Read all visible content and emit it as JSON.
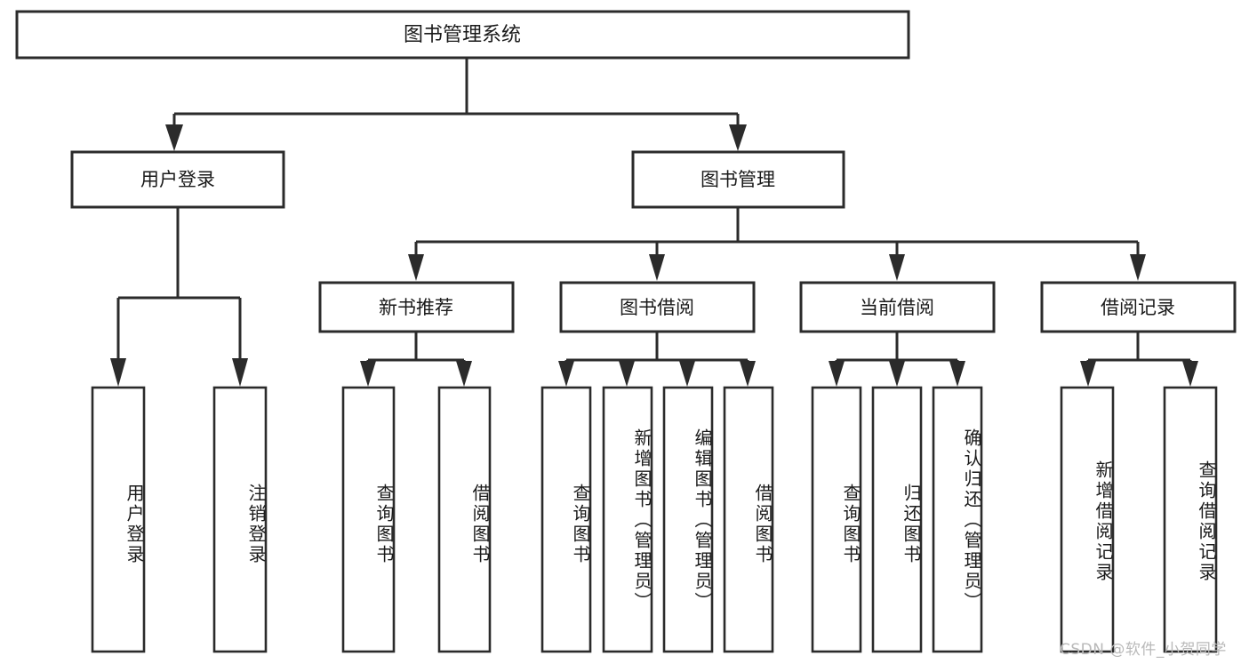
{
  "diagram": {
    "type": "tree-hierarchy",
    "orientation": "top-down",
    "background_color": "#ffffff",
    "line_color": "#2b2b2b",
    "text_color": "#1a1a1a",
    "root": {
      "id": "root",
      "label": "图书管理系统"
    },
    "level2": [
      {
        "id": "user-login",
        "label": "用户登录"
      },
      {
        "id": "book-management",
        "label": "图书管理"
      }
    ],
    "level3": [
      {
        "id": "new-book-recommend",
        "label": "新书推荐",
        "parent": "book-management"
      },
      {
        "id": "book-borrow",
        "label": "图书借阅",
        "parent": "book-management"
      },
      {
        "id": "current-borrow",
        "label": "当前借阅",
        "parent": "book-management"
      },
      {
        "id": "borrow-record",
        "label": "借阅记录",
        "parent": "book-management"
      }
    ],
    "leaves": {
      "user-login": [
        {
          "id": "leaf-user-login",
          "label": "用户登录"
        },
        {
          "id": "leaf-user-logout",
          "label": "注销登录"
        }
      ],
      "new-book-recommend": [
        {
          "id": "leaf-query-book-1",
          "label": "查询图书"
        },
        {
          "id": "leaf-borrow-book-1",
          "label": "借阅图书"
        }
      ],
      "book-borrow": [
        {
          "id": "leaf-query-book-2",
          "label": "查询图书"
        },
        {
          "id": "leaf-add-book",
          "label": "新增图书（管理员）"
        },
        {
          "id": "leaf-edit-book",
          "label": "编辑图书（管理员）"
        },
        {
          "id": "leaf-borrow-book-2",
          "label": "借阅图书"
        }
      ],
      "current-borrow": [
        {
          "id": "leaf-query-book-3",
          "label": "查询图书"
        },
        {
          "id": "leaf-return-book",
          "label": "归还图书"
        },
        {
          "id": "leaf-confirm-return",
          "label": "确认归还（管理员）"
        }
      ],
      "borrow-record": [
        {
          "id": "leaf-add-record",
          "label": "新增借阅记录"
        },
        {
          "id": "leaf-query-record",
          "label": "查询借阅记录"
        }
      ]
    }
  },
  "watermark": {
    "text": "CSDN @软件_小贺同学"
  }
}
